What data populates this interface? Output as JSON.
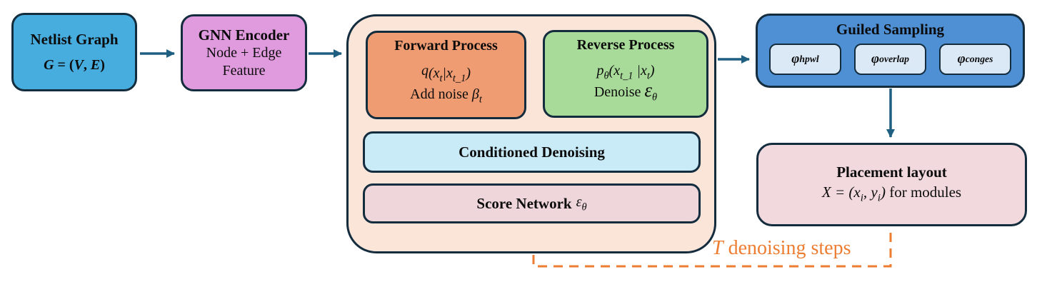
{
  "diagram": {
    "netlist": {
      "title": "Netlist Graph",
      "formula": [
        "G",
        " = (",
        "V",
        ", ",
        "E",
        ")"
      ]
    },
    "gnn": {
      "title": "GNN Encoder",
      "line1": "Node + Edge",
      "line2": "Feature"
    },
    "process": {
      "forward": {
        "title": "Forward Process",
        "formula": [
          "q",
          "(x",
          "t",
          "|x",
          "t_1",
          ")"
        ],
        "note": [
          "Add noise ",
          "β",
          "t"
        ]
      },
      "reverse": {
        "title": "Reverse Process",
        "formula": [
          "p",
          "θ",
          "(x",
          "t_1",
          " |x",
          "t",
          ")"
        ],
        "note": [
          "Denoise ",
          "ε",
          "θ"
        ]
      },
      "conditioned_title": "Conditioned Denoising",
      "score": {
        "title": "Score Network ",
        "symbol": [
          "ε",
          "θ"
        ]
      }
    },
    "guided": {
      "title": "Guiled Sampling",
      "phis": [
        {
          "sym": "φ",
          "sub": "hpwl"
        },
        {
          "sym": "φ",
          "sub": "overlap"
        },
        {
          "sym": "φ",
          "sub": "conges"
        }
      ]
    },
    "placement": {
      "title": "Placement layout",
      "formula": [
        "X",
        " = (x",
        "i",
        ", y",
        "i",
        ")",
        " for modules"
      ]
    },
    "loop_label": [
      "T",
      " denoising steps"
    ],
    "colors": {
      "netlist_fill": "#47adde",
      "gnn_fill": "#e09bdf",
      "container_fill": "#fbe5d8",
      "forward_fill": "#f09c72",
      "reverse_fill": "#a8db99",
      "conditioned_fill": "#c9ebf8",
      "score_fill": "#efd6da",
      "guided_fill": "#4f90d5",
      "phi_fill": "#dbe9f7",
      "placement_fill": "#f2d9dd",
      "border": "#132c3e",
      "arrow": "#1e5f82",
      "loop_dash": "#ed7d31"
    }
  }
}
